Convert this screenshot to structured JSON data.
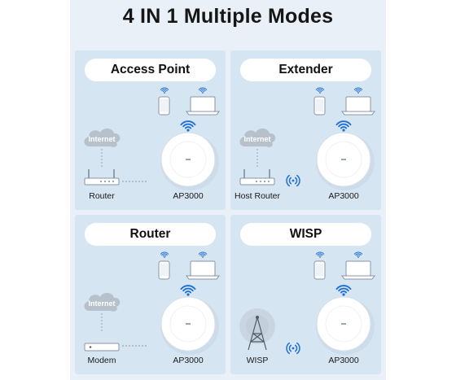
{
  "title": "4 IN 1 Multiple Modes",
  "colors": {
    "accent": "#1f6fd1",
    "panel_bg": "#d6e5f2",
    "frame_bg": "#e9f0f7"
  },
  "modes": [
    {
      "name": "Access Point",
      "source_label": "Router",
      "cloud_label": "Internet",
      "device_label": "AP3000",
      "source_kind": "router-icon",
      "link": "wired"
    },
    {
      "name": "Extender",
      "source_label": "Host Router",
      "cloud_label": "Internet",
      "device_label": "AP3000",
      "source_kind": "router-icon",
      "link": "wireless"
    },
    {
      "name": "Router",
      "source_label": "Modem",
      "cloud_label": "Internet",
      "device_label": "AP3000",
      "source_kind": "modem-icon",
      "link": "wired"
    },
    {
      "name": "WISP",
      "source_label": "WISP",
      "cloud_label": "",
      "device_label": "AP3000",
      "source_kind": "tower-icon",
      "link": "wireless"
    }
  ]
}
